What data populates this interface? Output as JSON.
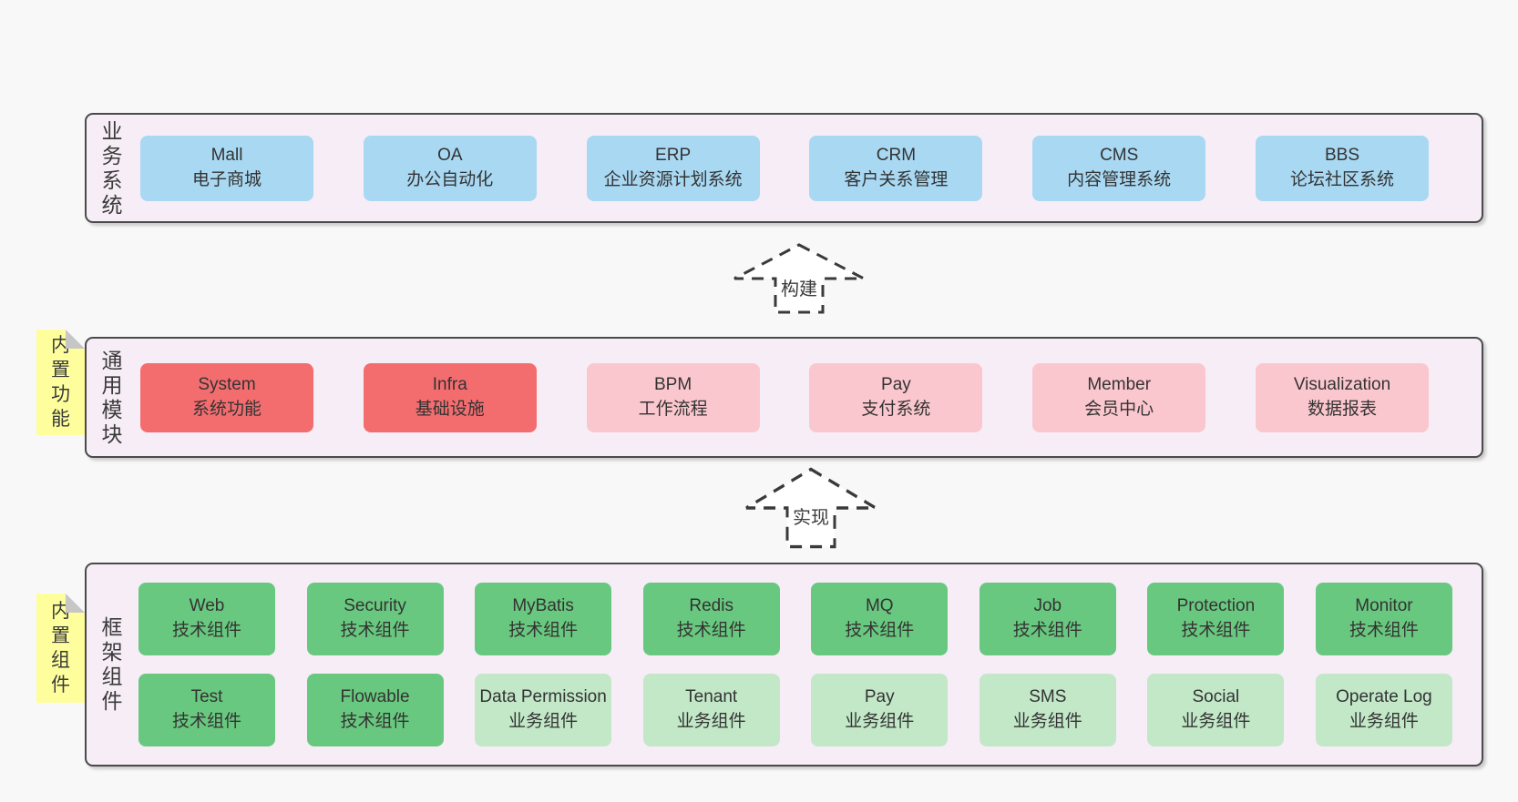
{
  "colors": {
    "page_bg": "#f8f8f8",
    "band_bg": "#f7edf7",
    "band_border": "#4a4a4a",
    "box_blue": "#a8d8f2",
    "box_red": "#f36d6f",
    "box_pink": "#fbc7ce",
    "box_green_dark": "#69c87f",
    "box_green_light": "#c2e8c8",
    "sticky_yellow": "#feff9c",
    "text": "#333333"
  },
  "arrows": [
    {
      "label": "构建"
    },
    {
      "label": "实现"
    }
  ],
  "bands": [
    {
      "label": "业务系统",
      "boxes": [
        {
          "title": "Mall",
          "subtitle": "电子商城"
        },
        {
          "title": "OA",
          "subtitle": "办公自动化"
        },
        {
          "title": "ERP",
          "subtitle": "企业资源计划系统"
        },
        {
          "title": "CRM",
          "subtitle": "客户关系管理"
        },
        {
          "title": "CMS",
          "subtitle": "内容管理系统"
        },
        {
          "title": "BBS",
          "subtitle": "论坛社区系统"
        }
      ]
    },
    {
      "label": "通用模块",
      "sticky": "内置功能",
      "boxes": [
        {
          "title": "System",
          "subtitle": "系统功能"
        },
        {
          "title": "Infra",
          "subtitle": "基础设施"
        },
        {
          "title": "BPM",
          "subtitle": "工作流程"
        },
        {
          "title": "Pay",
          "subtitle": "支付系统"
        },
        {
          "title": "Member",
          "subtitle": "会员中心"
        },
        {
          "title": "Visualization",
          "subtitle": "数据报表"
        }
      ]
    },
    {
      "label": "框架组件",
      "sticky": "内置组件",
      "rows": [
        [
          {
            "title": "Web",
            "subtitle": "技术组件"
          },
          {
            "title": "Security",
            "subtitle": "技术组件"
          },
          {
            "title": "MyBatis",
            "subtitle": "技术组件"
          },
          {
            "title": "Redis",
            "subtitle": "技术组件"
          },
          {
            "title": "MQ",
            "subtitle": "技术组件"
          },
          {
            "title": "Job",
            "subtitle": "技术组件"
          },
          {
            "title": "Protection",
            "subtitle": "技术组件"
          },
          {
            "title": "Monitor",
            "subtitle": "技术组件"
          }
        ],
        [
          {
            "title": "Test",
            "subtitle": "技术组件"
          },
          {
            "title": "Flowable",
            "subtitle": "技术组件"
          },
          {
            "title": "Data Permission",
            "subtitle": "业务组件"
          },
          {
            "title": "Tenant",
            "subtitle": "业务组件"
          },
          {
            "title": "Pay",
            "subtitle": "业务组件"
          },
          {
            "title": "SMS",
            "subtitle": "业务组件"
          },
          {
            "title": "Social",
            "subtitle": "业务组件"
          },
          {
            "title": "Operate Log",
            "subtitle": "业务组件"
          }
        ]
      ]
    }
  ]
}
